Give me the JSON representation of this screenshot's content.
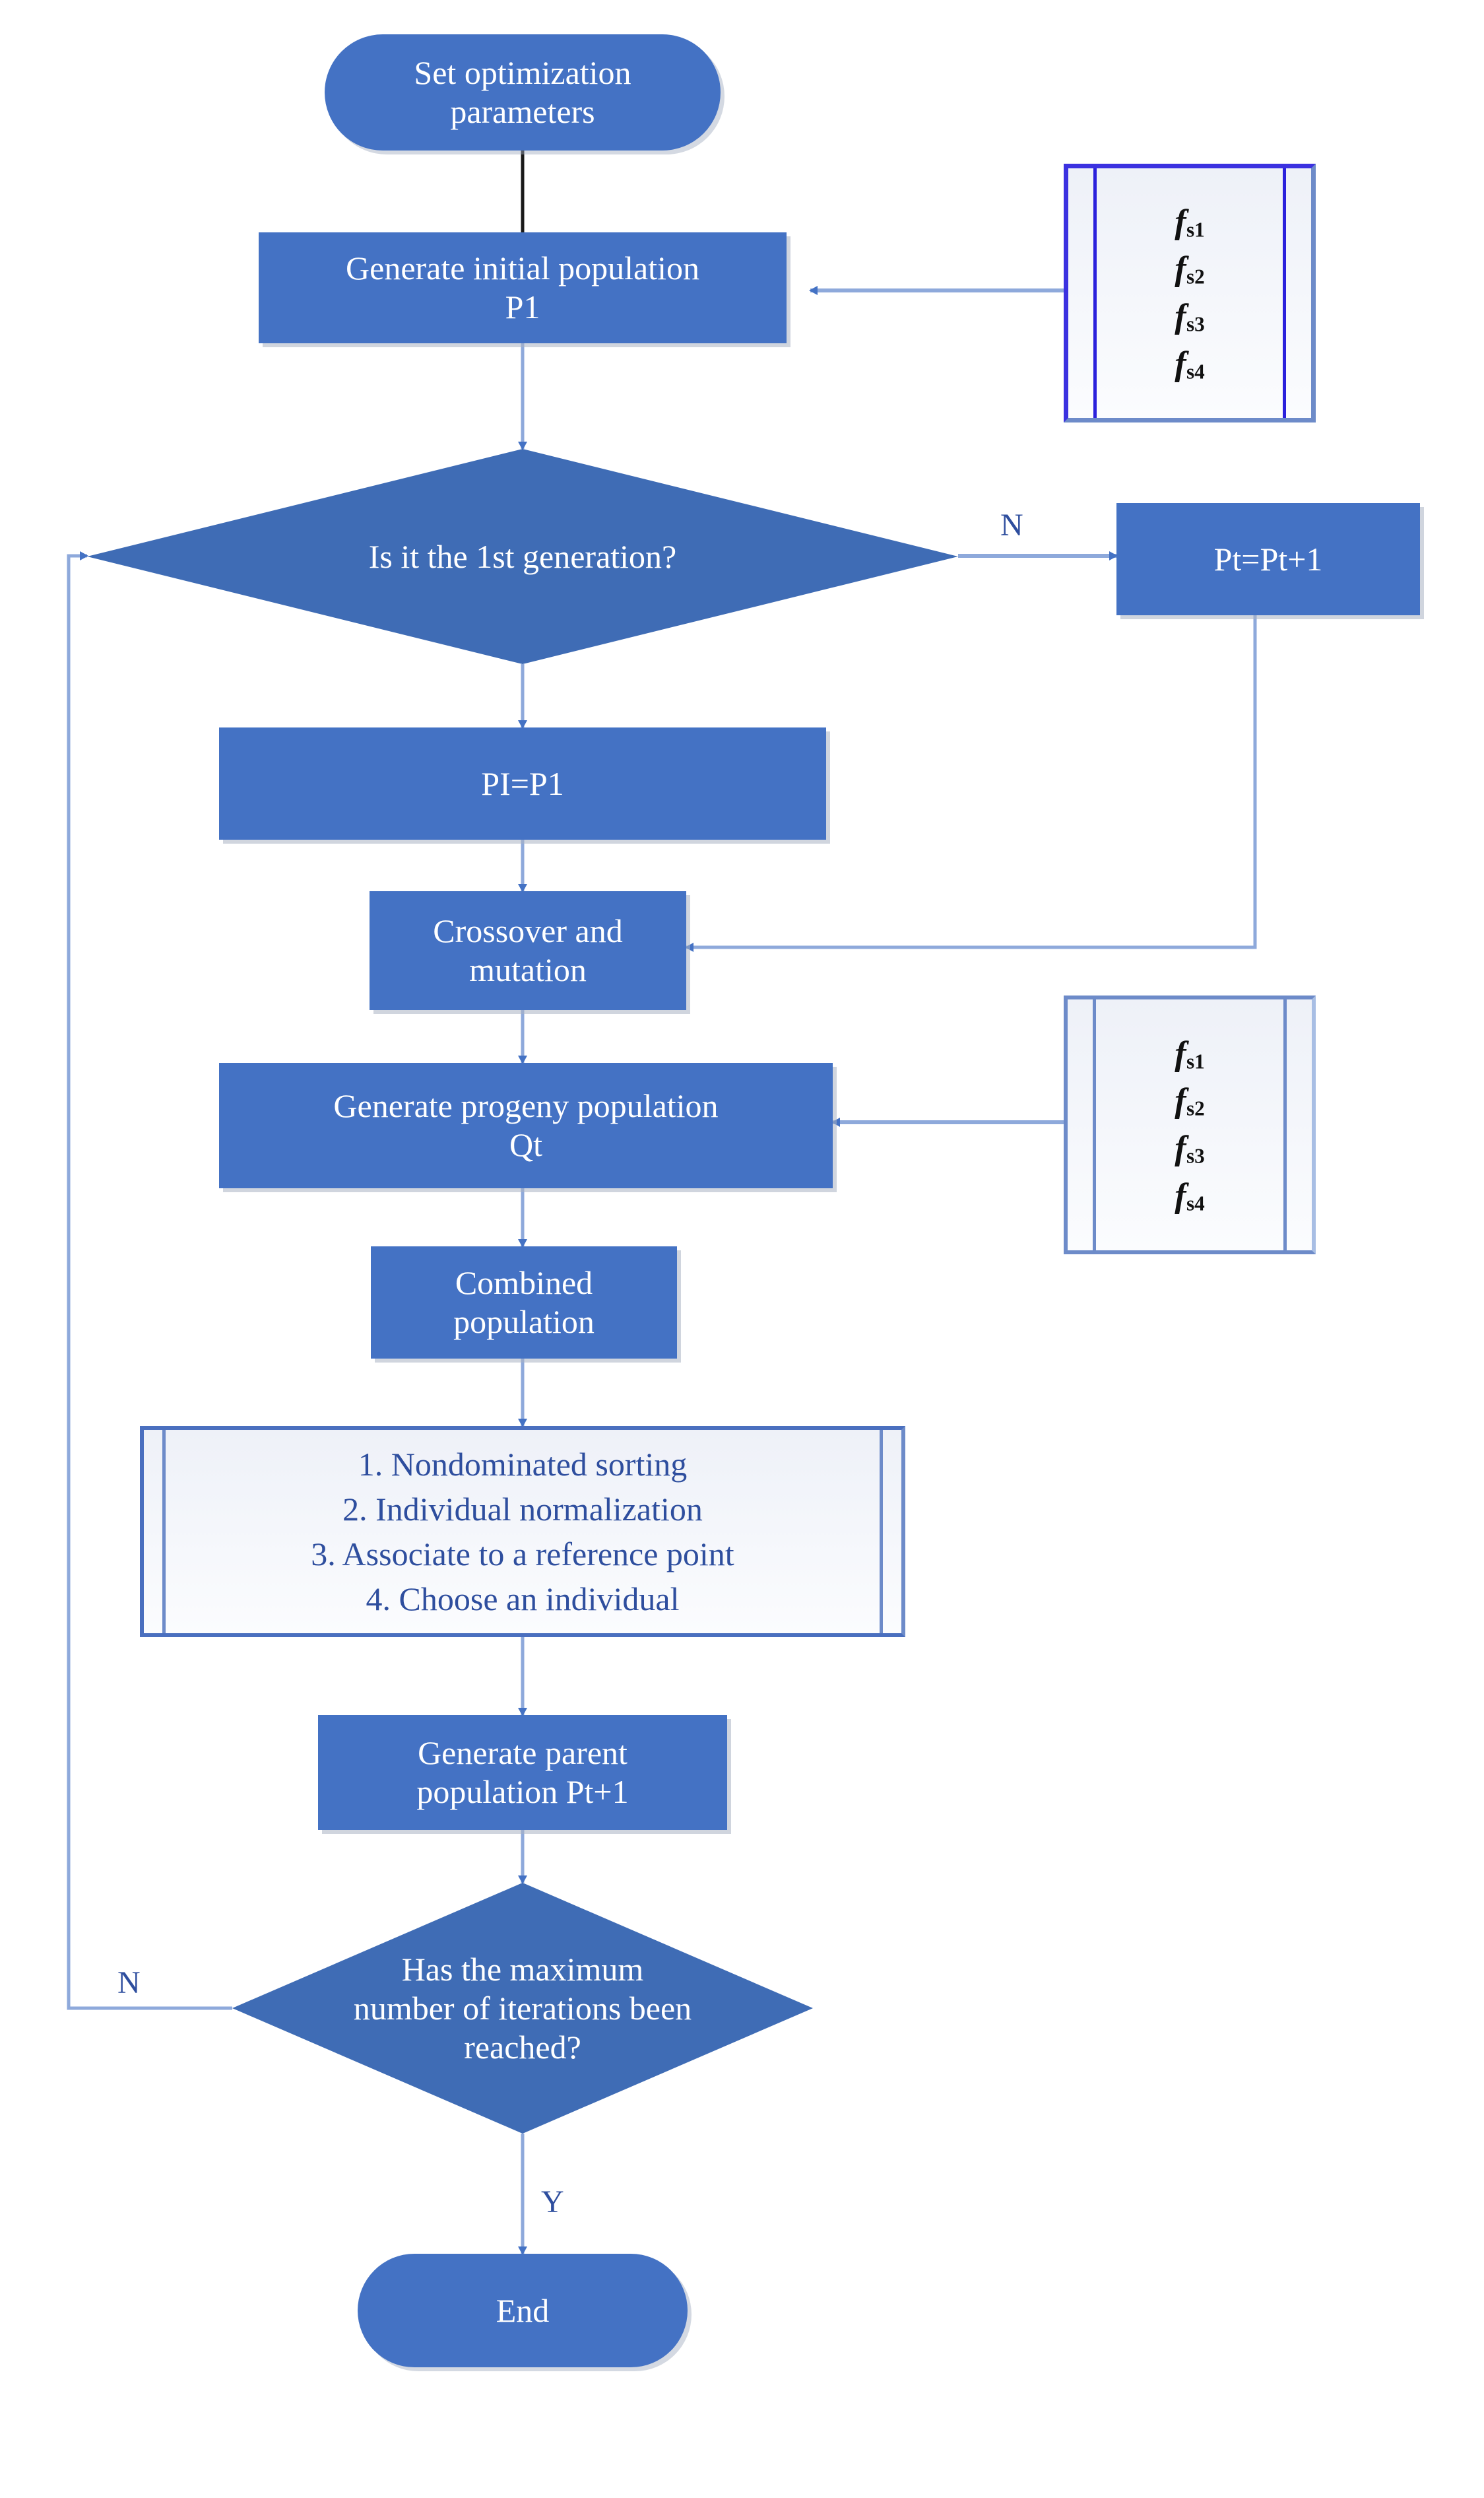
{
  "diagram": {
    "title": "NSGA-III optimization flowchart",
    "colors": {
      "node_fill": "#4472C4",
      "decision_fill": "#3F6CB5",
      "node_text": "#FFFFFF",
      "wire": "#8EA9DB",
      "wire_dark": "#4472C4",
      "label_text": "#2E4E9E",
      "predef_border_top": "#3B31E0",
      "predef_border_bottom": "#6D8BC9",
      "predef_fill": "#F2F5FB",
      "background": "#FFFFFF"
    }
  },
  "nodes": {
    "start": {
      "label": "Set optimization\nparameters",
      "line1": "Set optimization",
      "line2": "parameters",
      "shape": "terminator"
    },
    "gen_init_pop": {
      "line1": "Generate initial population",
      "line2": "P1",
      "shape": "process"
    },
    "decision_first_gen": {
      "label": "Is it the 1st generation?",
      "shape": "decision"
    },
    "pt_increment": {
      "label": "Pt=Pt+1",
      "shape": "process"
    },
    "pi_assign": {
      "label": "PI=P1",
      "shape": "process"
    },
    "crossover": {
      "line1": "Crossover and",
      "line2": "mutation",
      "shape": "process"
    },
    "gen_progeny": {
      "line1": "Generate progeny population",
      "line2": "Qt",
      "shape": "process"
    },
    "combined": {
      "line1": "Combined",
      "line2": "population",
      "shape": "process"
    },
    "gen_parent": {
      "line1": "Generate parent",
      "line2": "population Pt+1",
      "shape": "process"
    },
    "decision_max_iter": {
      "line1": "Has the maximum",
      "line2": "number of iterations been",
      "line3": "reached?",
      "shape": "decision"
    },
    "end": {
      "label": "End",
      "shape": "terminator"
    }
  },
  "objective_box_top": {
    "shape": "predefined-process",
    "items": [
      {
        "base": "f",
        "sub": "s1"
      },
      {
        "base": "f",
        "sub": "s2"
      },
      {
        "base": "f",
        "sub": "s3"
      },
      {
        "base": "f",
        "sub": "s4"
      }
    ]
  },
  "objective_box_mid": {
    "shape": "predefined-process",
    "items": [
      {
        "base": "f",
        "sub": "s1"
      },
      {
        "base": "f",
        "sub": "s2"
      },
      {
        "base": "f",
        "sub": "s3"
      },
      {
        "base": "f",
        "sub": "s4"
      }
    ]
  },
  "steps_box": {
    "shape": "predefined-process",
    "items": [
      "1. Nondominated sorting",
      "2. Individual normalization",
      "3. Associate to a reference point",
      "4. Choose an individual"
    ]
  },
  "edge_labels": {
    "first_gen_no": "N",
    "max_iter_no": "N",
    "max_iter_yes": "Y"
  }
}
